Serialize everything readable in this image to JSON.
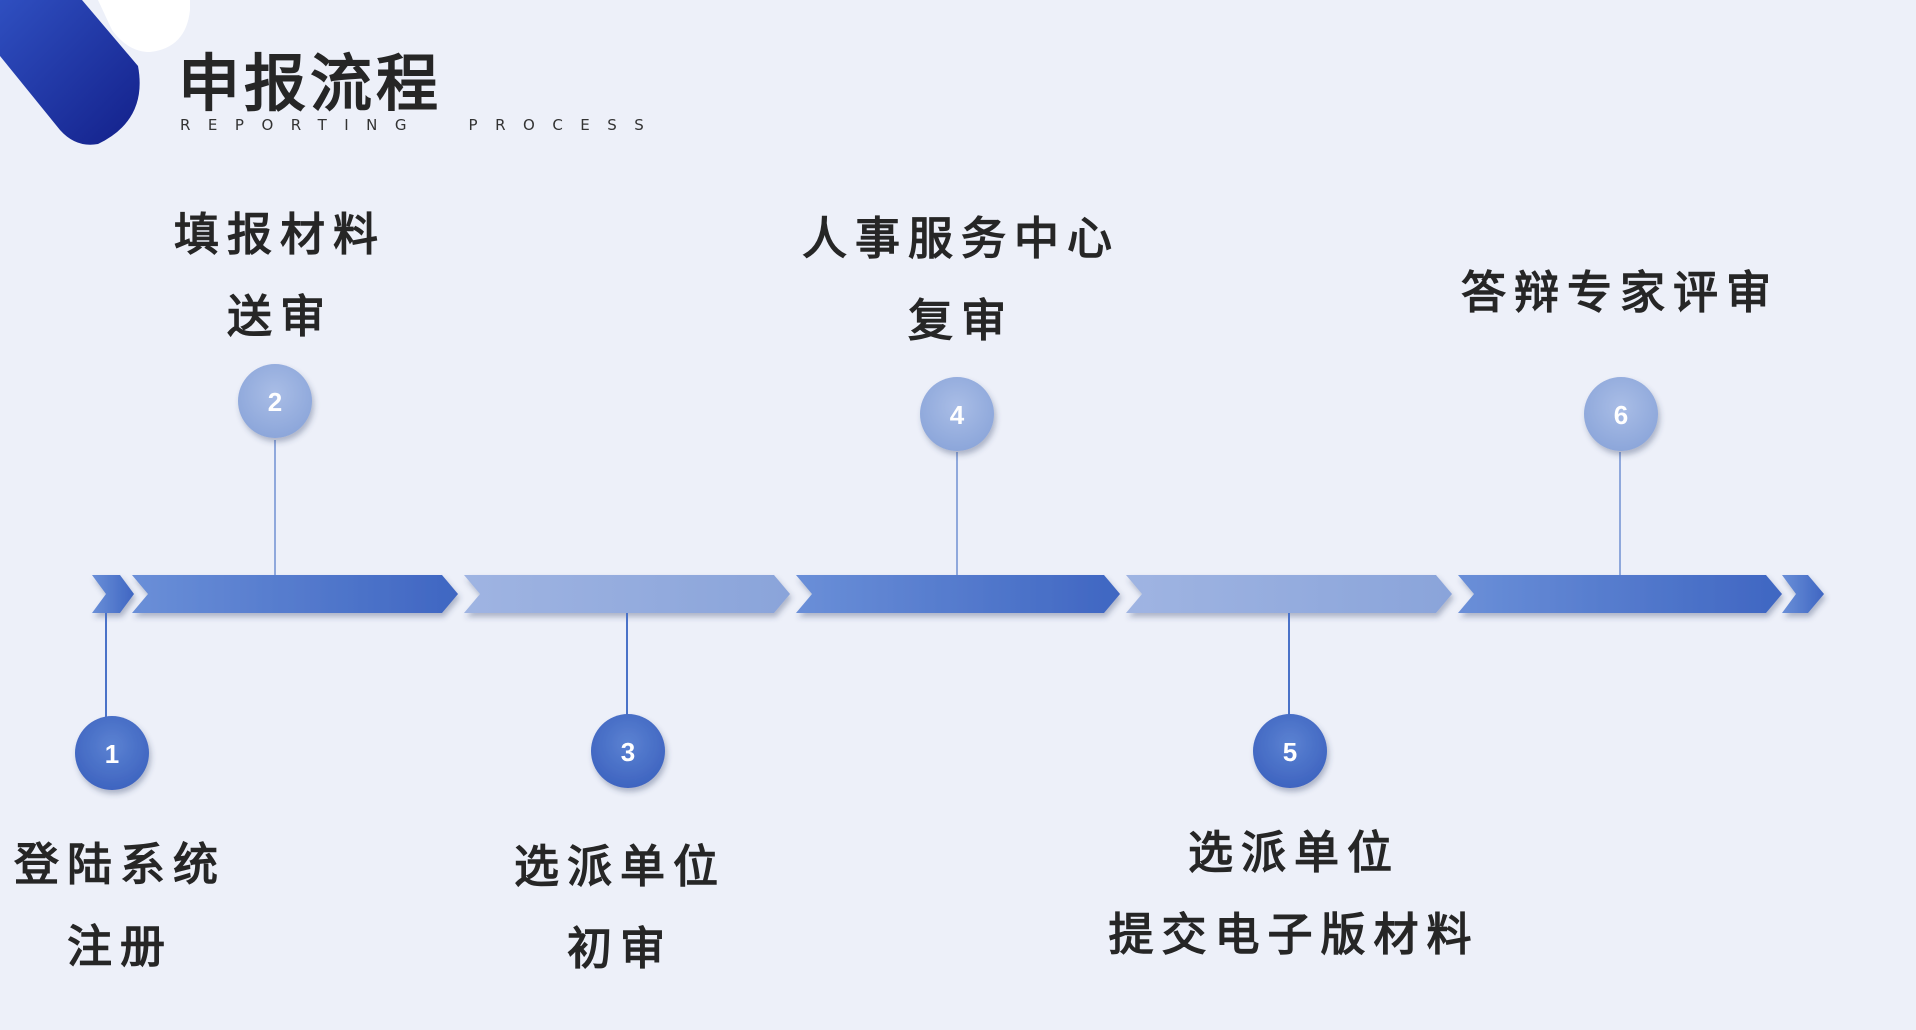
{
  "header": {
    "title": "申报流程",
    "subtitle": "REPORTING  PROCESS"
  },
  "colors": {
    "background": "#edf0f9",
    "primary": "#4a72c8",
    "secondary": "#8fa8dc",
    "connector": "#7f9bd6"
  },
  "steps": [
    {
      "number": "1",
      "line1": "登陆系统",
      "line2": "注册"
    },
    {
      "number": "2",
      "line1": "填报材料",
      "line2": "送审"
    },
    {
      "number": "3",
      "line1": "选派单位",
      "line2": "初审"
    },
    {
      "number": "4",
      "line1": "人事服务中心",
      "line2": "复审"
    },
    {
      "number": "5",
      "line1": "选派单位",
      "line2": "提交电子版材料"
    },
    {
      "number": "6",
      "line1": "答辩专家评审",
      "line2": ""
    }
  ]
}
